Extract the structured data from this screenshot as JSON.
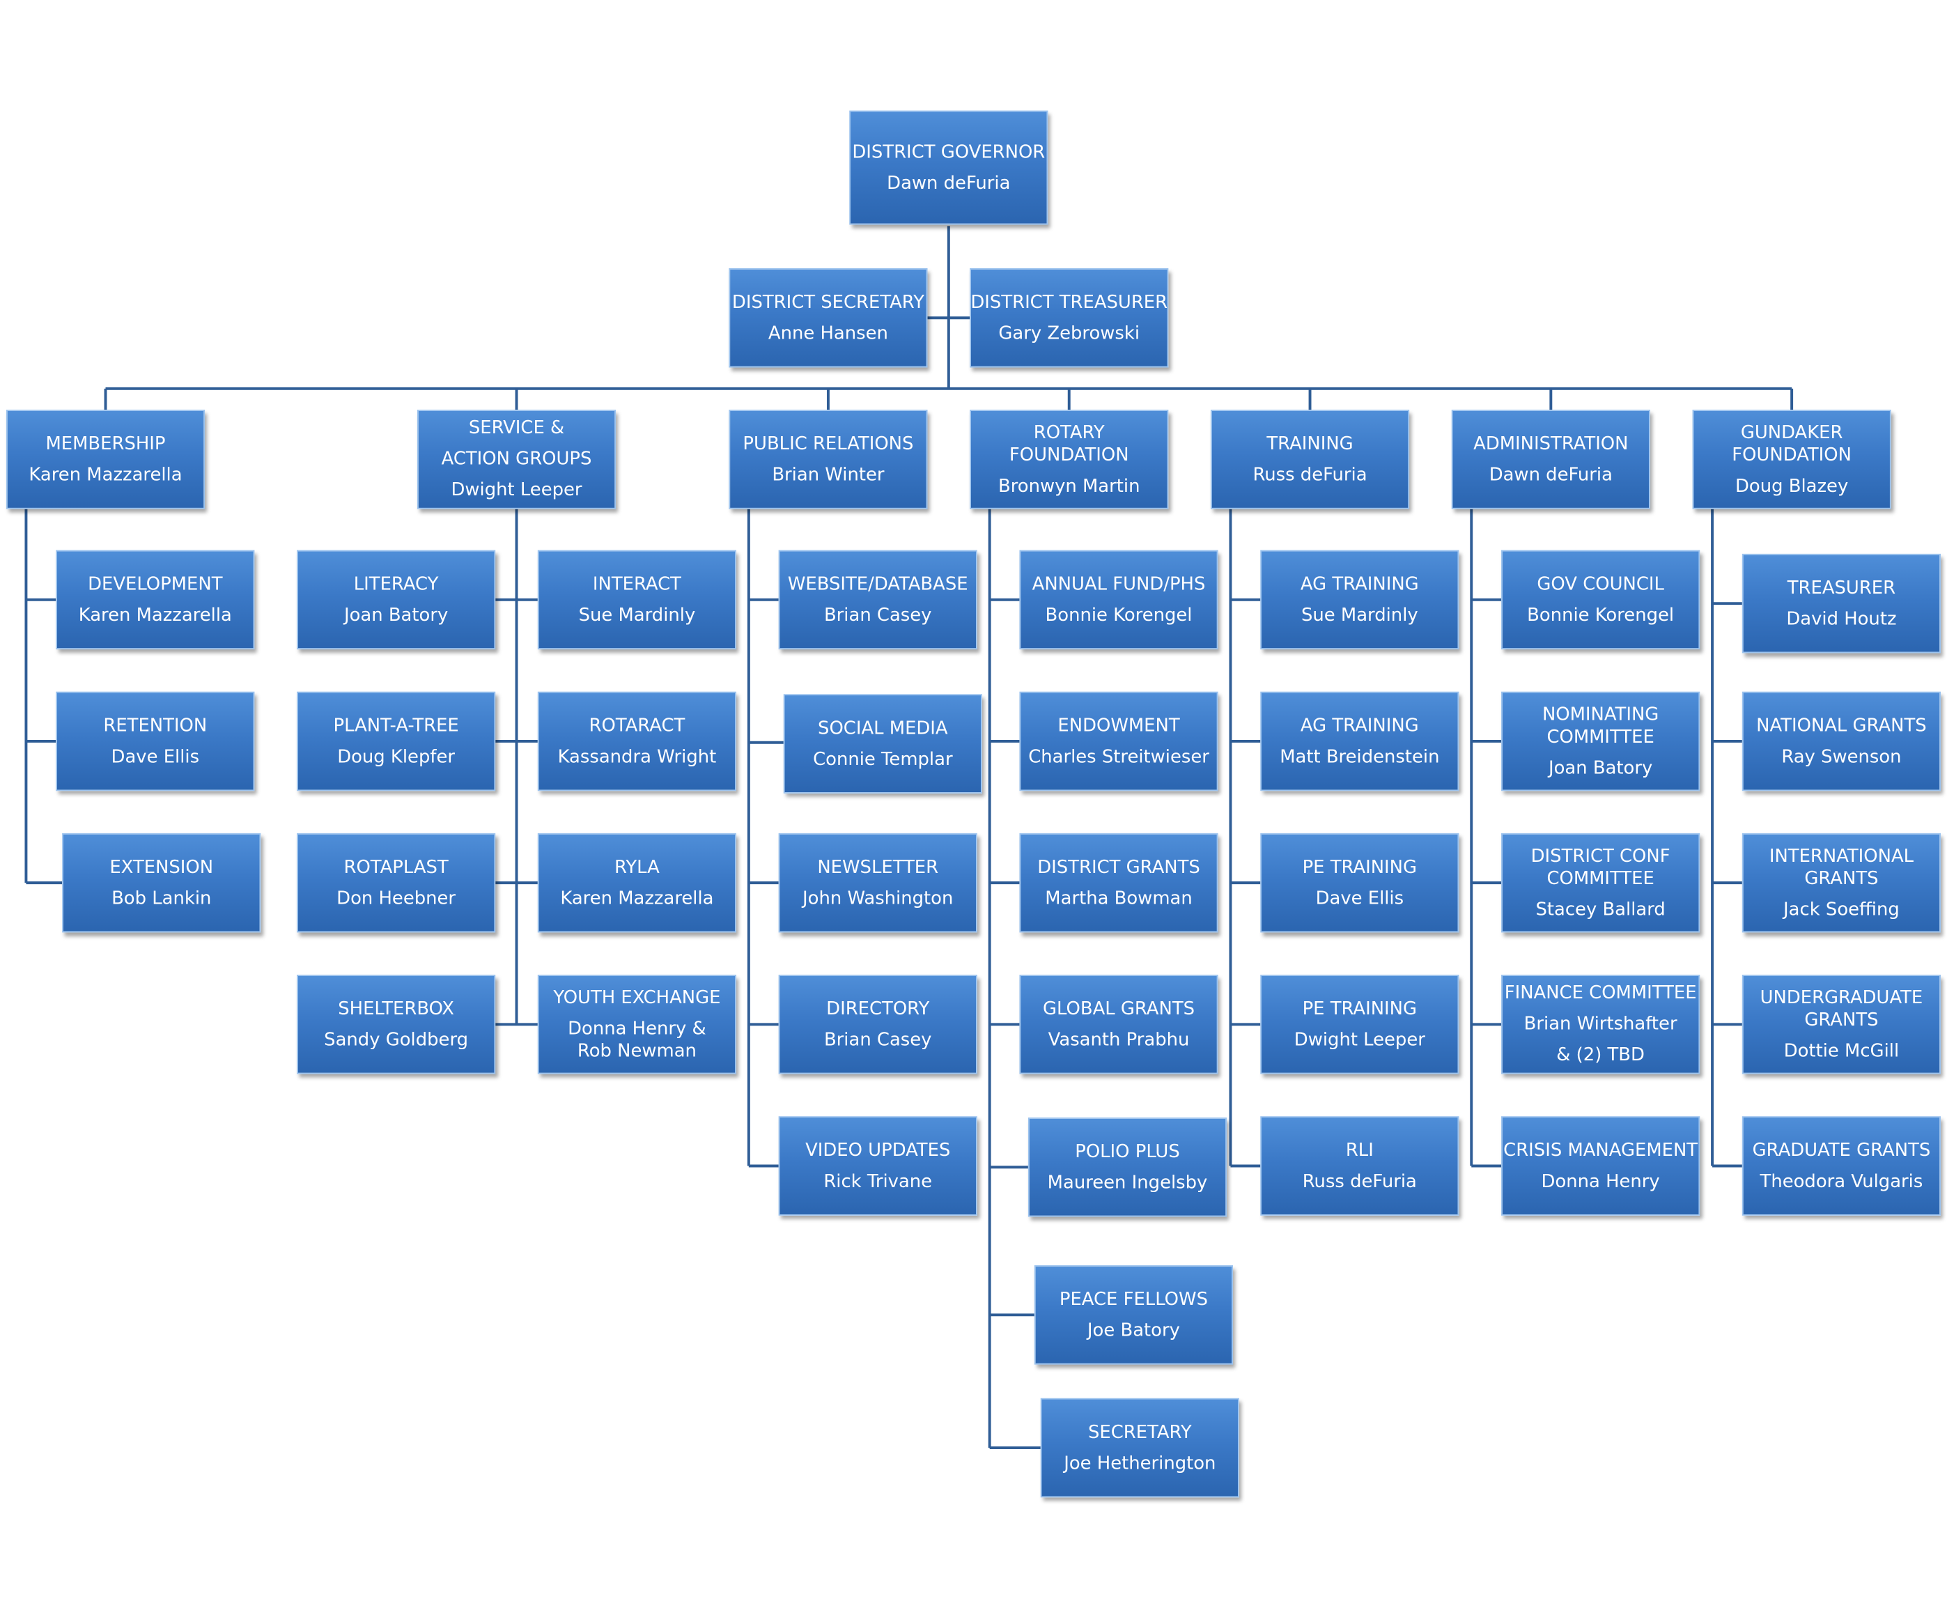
{
  "governor": {
    "title": [
      "DISTRICT GOVERNOR"
    ],
    "name": [
      "Dawn deFuria"
    ]
  },
  "officers": [
    {
      "title": [
        "DISTRICT SECRETARY"
      ],
      "name": [
        "Anne Hansen"
      ]
    },
    {
      "title": [
        "DISTRICT TREASURER"
      ],
      "name": [
        "Gary Zebrowski"
      ]
    }
  ],
  "divisions": {
    "membership": {
      "head": {
        "title": [
          "MEMBERSHIP"
        ],
        "name": [
          "Karen Mazzarella"
        ]
      },
      "items": [
        {
          "title": [
            "DEVELOPMENT"
          ],
          "name": [
            "Karen Mazzarella"
          ]
        },
        {
          "title": [
            "RETENTION"
          ],
          "name": [
            "Dave Ellis"
          ]
        },
        {
          "title": [
            "EXTENSION"
          ],
          "name": [
            "Bob Lankin"
          ]
        }
      ]
    },
    "service": {
      "head": {
        "title": [
          "SERVICE &",
          "ACTION GROUPS"
        ],
        "name": [
          "Dwight Leeper"
        ]
      },
      "left": [
        {
          "title": [
            "LITERACY"
          ],
          "name": [
            "Joan Batory"
          ]
        },
        {
          "title": [
            "PLANT-A-TREE"
          ],
          "name": [
            "Doug Klepfer"
          ]
        },
        {
          "title": [
            "ROTAPLAST"
          ],
          "name": [
            "Don Heebner"
          ]
        },
        {
          "title": [
            "SHELTERBOX"
          ],
          "name": [
            "Sandy Goldberg"
          ]
        }
      ],
      "right": [
        {
          "title": [
            "INTERACT"
          ],
          "name": [
            "Sue Mardinly"
          ]
        },
        {
          "title": [
            "ROTARACT"
          ],
          "name": [
            "Kassandra Wright"
          ]
        },
        {
          "title": [
            "RYLA"
          ],
          "name": [
            "Karen Mazzarella"
          ]
        },
        {
          "title": [
            "YOUTH EXCHANGE"
          ],
          "name": [
            "Donna Henry &",
            "Rob Newman"
          ]
        }
      ]
    },
    "public_relations": {
      "head": {
        "title": [
          "PUBLIC RELATIONS"
        ],
        "name": [
          "Brian Winter"
        ]
      },
      "items": [
        {
          "title": [
            "WEBSITE/DATABASE"
          ],
          "name": [
            "Brian Casey"
          ]
        },
        {
          "title": [
            "SOCIAL MEDIA"
          ],
          "name": [
            "Connie Templar"
          ]
        },
        {
          "title": [
            "NEWSLETTER"
          ],
          "name": [
            "John Washington"
          ]
        },
        {
          "title": [
            "DIRECTORY"
          ],
          "name": [
            "Brian Casey"
          ]
        },
        {
          "title": [
            "VIDEO  UPDATES"
          ],
          "name": [
            "Rick Trivane"
          ]
        }
      ]
    },
    "rotary_foundation": {
      "head": {
        "title": [
          "ROTARY",
          "FOUNDATION"
        ],
        "name": [
          "Bronwyn Martin"
        ]
      },
      "items": [
        {
          "title": [
            "ANNUAL FUND/PHS"
          ],
          "name": [
            "Bonnie Korengel"
          ]
        },
        {
          "title": [
            "ENDOWMENT"
          ],
          "name": [
            "Charles Streitwieser"
          ]
        },
        {
          "title": [
            "DISTRICT GRANTS"
          ],
          "name": [
            "Martha Bowman"
          ]
        },
        {
          "title": [
            "GLOBAL GRANTS"
          ],
          "name": [
            "Vasanth Prabhu"
          ]
        },
        {
          "title": [
            "POLIO PLUS"
          ],
          "name": [
            "Maureen Ingelsby"
          ]
        },
        {
          "title": [
            "PEACE FELLOWS"
          ],
          "name": [
            "Joe Batory"
          ]
        },
        {
          "title": [
            "SECRETARY"
          ],
          "name": [
            "Joe Hetherington"
          ]
        }
      ]
    },
    "training": {
      "head": {
        "title": [
          "TRAINING"
        ],
        "name": [
          "Russ deFuria"
        ]
      },
      "items": [
        {
          "title": [
            "AG TRAINING"
          ],
          "name": [
            "Sue Mardinly"
          ]
        },
        {
          "title": [
            "AG TRAINING"
          ],
          "name": [
            "Matt Breidenstein"
          ]
        },
        {
          "title": [
            "PE TRAINING"
          ],
          "name": [
            "Dave Ellis"
          ]
        },
        {
          "title": [
            "PE TRAINING"
          ],
          "name": [
            "Dwight Leeper"
          ]
        },
        {
          "title": [
            "RLI"
          ],
          "name": [
            "Russ deFuria"
          ]
        }
      ]
    },
    "administration": {
      "head": {
        "title": [
          "ADMINISTRATION"
        ],
        "name": [
          "Dawn deFuria"
        ]
      },
      "items": [
        {
          "title": [
            "GOV  COUNCIL"
          ],
          "name": [
            "Bonnie Korengel"
          ]
        },
        {
          "title": [
            "NOMINATING",
            "COMMITTEE"
          ],
          "name": [
            "Joan Batory"
          ]
        },
        {
          "title": [
            "DISTRICT CONF",
            "COMMITTEE"
          ],
          "name": [
            "Stacey Ballard"
          ]
        },
        {
          "title": [
            "FINANCE COMMITTEE"
          ],
          "name": [
            "Brian Wirtshafter",
            "& (2) TBD"
          ]
        },
        {
          "title": [
            "CRISIS MANAGEMENT"
          ],
          "name": [
            "Donna Henry"
          ]
        }
      ]
    },
    "gundaker": {
      "head": {
        "title": [
          "GUNDAKER",
          "FOUNDATION"
        ],
        "name": [
          "Doug Blazey"
        ]
      },
      "items": [
        {
          "title": [
            "TREASURER"
          ],
          "name": [
            "David Houtz"
          ]
        },
        {
          "title": [
            "NATIONAL GRANTS"
          ],
          "name": [
            "Ray Swenson"
          ]
        },
        {
          "title": [
            "INTERNATIONAL",
            "GRANTS"
          ],
          "name": [
            "Jack Soeffing"
          ]
        },
        {
          "title": [
            "UNDERGRADUATE",
            "GRANTS"
          ],
          "name": [
            "Dottie McGill"
          ]
        },
        {
          "title": [
            "GRADUATE GRANTS"
          ],
          "name": [
            "Theodora Vulgaris"
          ]
        }
      ]
    }
  },
  "colors": {
    "box_fill": "#3b79c7",
    "box_border": "#9cc3ee",
    "connector": "#2f5d96",
    "text": "#ffffff"
  }
}
